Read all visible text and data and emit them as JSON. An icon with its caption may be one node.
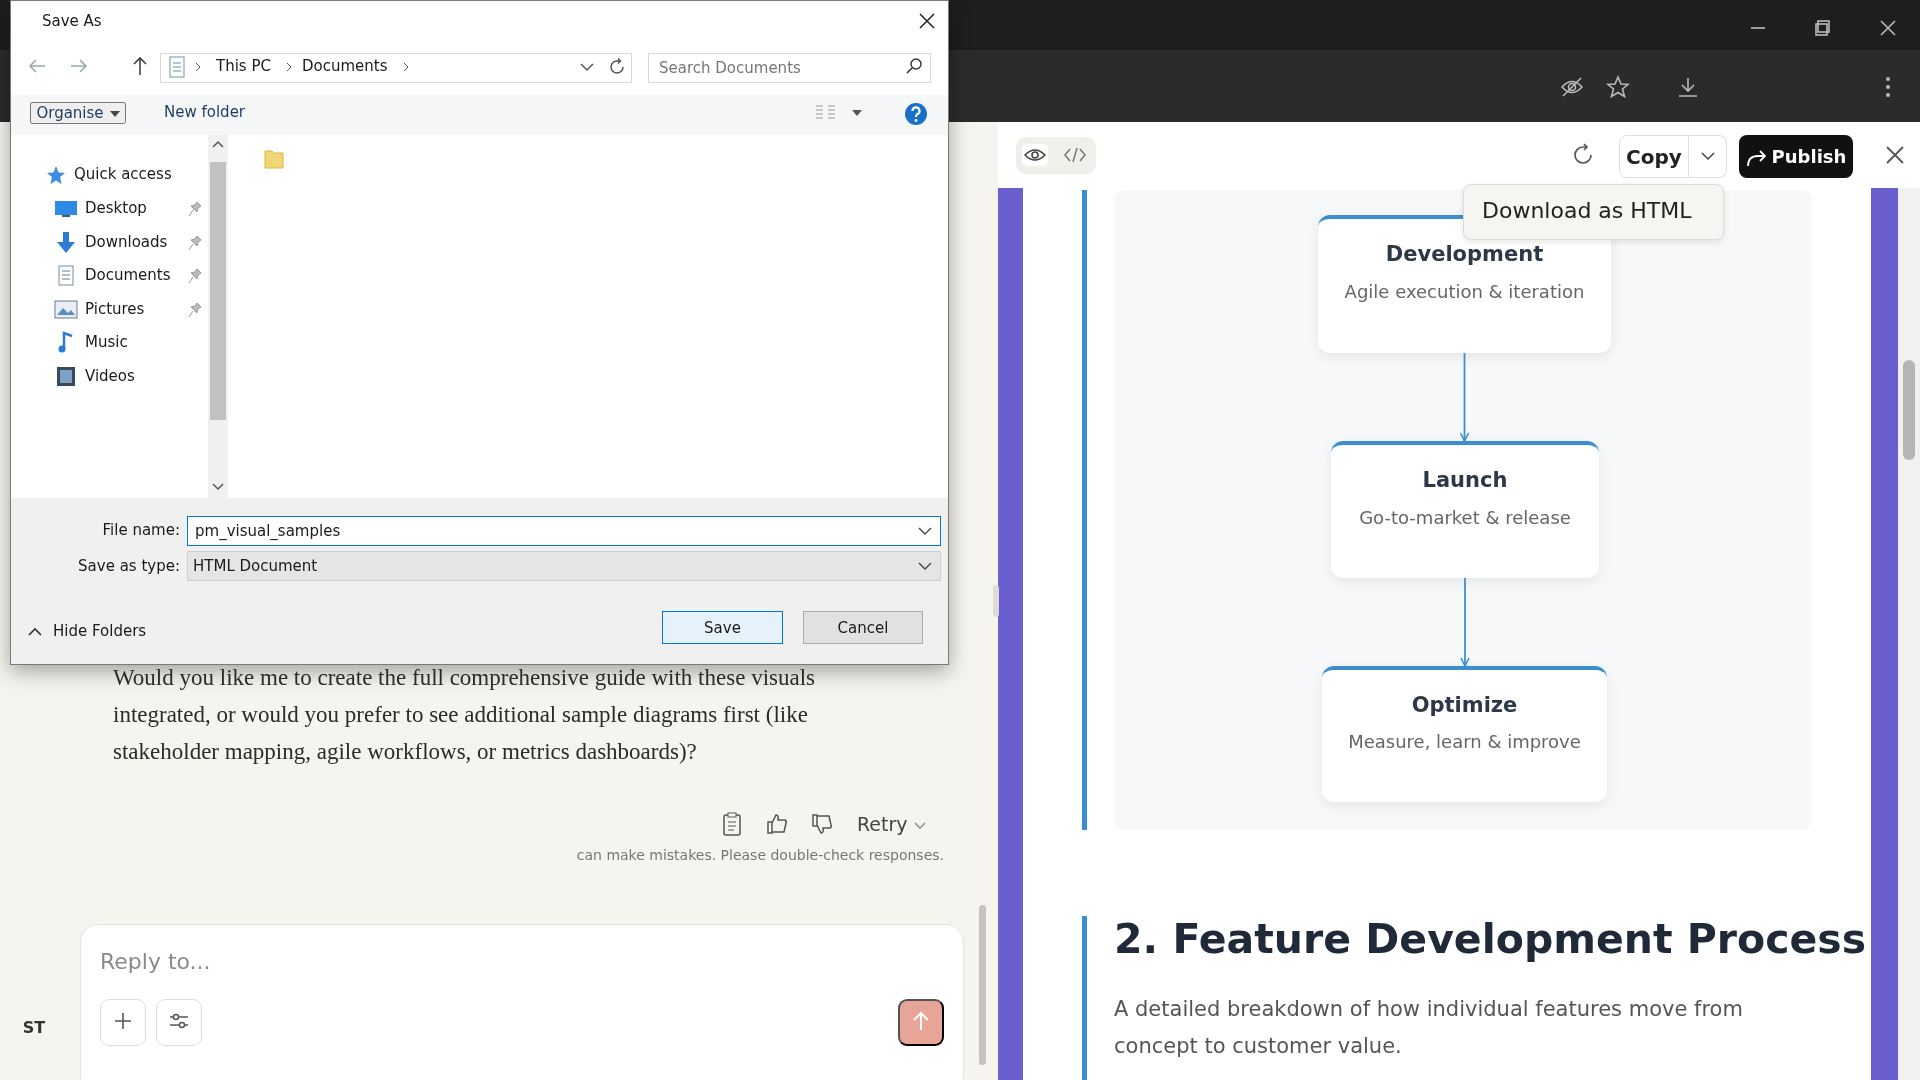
{
  "diagram": {
    "nodes": [
      {
        "text": [
          "Development",
          "Agile execution & iteration"
        ]
      },
      {
        "text": [
          "Launch",
          "Go-to-market & release"
        ]
      },
      {
        "text": [
          "Optimize",
          "Measure, learn & improve"
        ]
      }
    ],
    "edges": [
      {
        "from": 0,
        "to": 1,
        "arrow": "to"
      },
      {
        "from": 1,
        "to": 2,
        "arrow": "to"
      }
    ],
    "labels": [
      "Save As",
      "This PC",
      "Documents",
      "Search Documents",
      "Organise",
      "New folder",
      "Quick access",
      "Desktop",
      "Downloads",
      "Documents",
      "Pictures",
      "Music",
      "Videos",
      "File name:",
      "pm_visual_samples",
      "Save as type:",
      "HTML Document",
      "Hide Folders",
      "Save",
      "Cancel",
      "Would you like me to create the full comprehensive guide with these visuals integrated, or would you prefer to see additional sample diagrams first (like stakeholder mapping, agile workflows, or metrics dashboards)?",
      "Retry",
      "can make mistakes. Please double-check responses.",
      "Reply to...",
      "ST",
      "Copy",
      "Publish",
      "Download as HTML",
      "2. Feature Development Process",
      "A detailed breakdown of how individual features move from concept to customer value."
    ]
  }
}
